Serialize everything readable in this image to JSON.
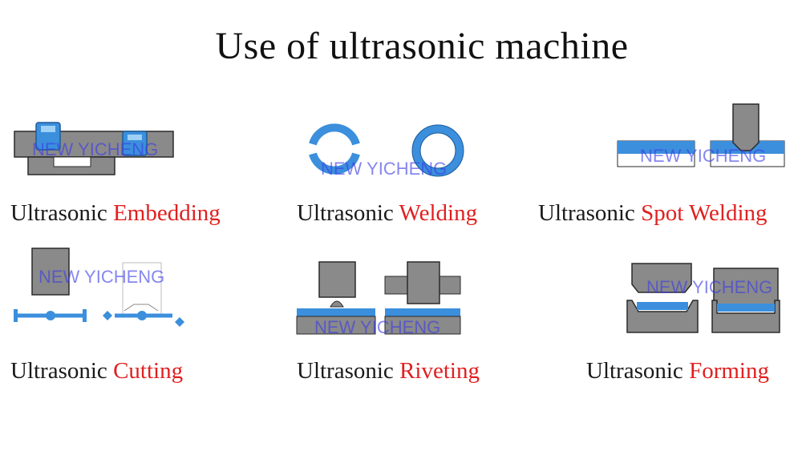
{
  "title": "Use of ultrasonic machine",
  "watermark": "NEW YICHENG",
  "colors": {
    "gray": "#8a8a8a",
    "blue": "#3b8fdc",
    "outline": "#2a2a2a",
    "highlight": "#e02020"
  },
  "items": [
    {
      "prefix": "Ultrasonic",
      "name": "Embedding"
    },
    {
      "prefix": "Ultrasonic",
      "name": "Welding"
    },
    {
      "prefix": "Ultrasonic",
      "name": "Spot Welding"
    },
    {
      "prefix": "Ultrasonic",
      "name": "Cutting"
    },
    {
      "prefix": "Ultrasonic",
      "name": "Riveting"
    },
    {
      "prefix": "Ultrasonic",
      "name": "Forming"
    }
  ]
}
